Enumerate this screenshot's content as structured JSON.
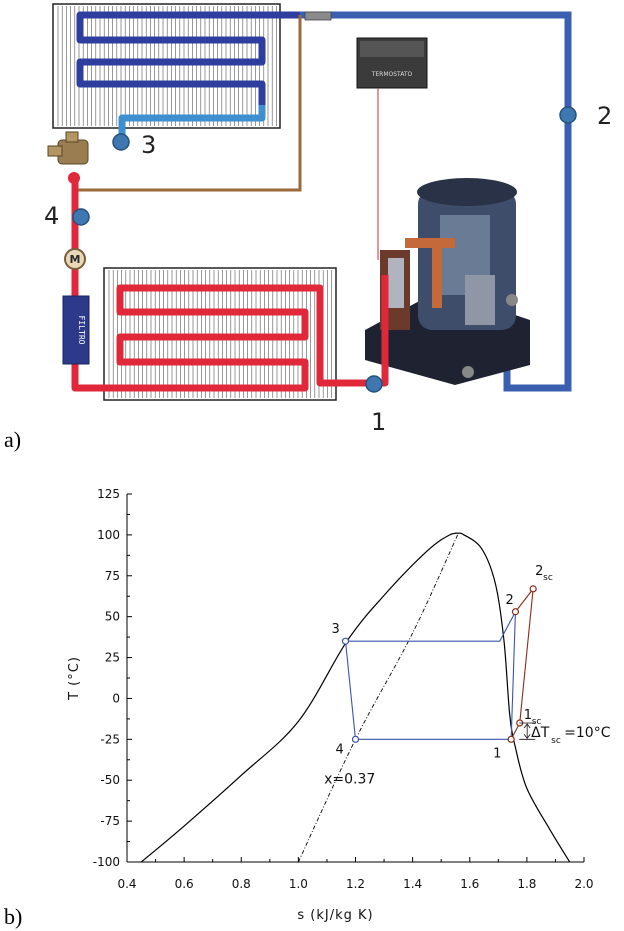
{
  "panel_a": {
    "label": "a)",
    "thermostat_label": "TERMOSTATO",
    "filter_label": "FILTRO",
    "meter_label": "M",
    "numbers": [
      "1",
      "2",
      "3",
      "4"
    ],
    "colors": {
      "suction": "#3a5fb0",
      "cold": "#2e5aa8",
      "cold_light": "#3d8fd0",
      "liquid": "#e0283a",
      "capillary": "#9a6b38",
      "marker": "#3f78b0",
      "filter": "#2d3a8a"
    }
  },
  "panel_b": {
    "label": "b)",
    "chart_data": {
      "type": "line",
      "xlabel": "s (kJ/kg K)",
      "ylabel": "T (°C)",
      "xlim": [
        0.4,
        2.0
      ],
      "ylim": [
        -100,
        125
      ],
      "xticks": [
        0.4,
        0.6,
        0.8,
        1.0,
        1.2,
        1.4,
        1.6,
        1.8,
        2.0
      ],
      "xtick_labels": [
        "0.4",
        "0.6",
        "0.8",
        "1.0",
        "1.2",
        "1.4",
        "1.6",
        "1.8",
        "2.0"
      ],
      "yticks": [
        -100,
        -75,
        -50,
        -25,
        0,
        25,
        50,
        75,
        100,
        125
      ],
      "ytick_labels": [
        "-100",
        "-75",
        "-50",
        "-25",
        "0",
        "25",
        "50",
        "75",
        "100",
        "125"
      ],
      "grid": false,
      "series": [
        {
          "role": "saturation_liquid",
          "color": "#000000",
          "x": [
            0.45,
            0.6,
            0.8,
            1.0,
            1.17,
            1.3,
            1.45,
            1.53,
            1.57
          ],
          "y": [
            -100,
            -78,
            -47,
            -14,
            35,
            63,
            90,
            100,
            101
          ]
        },
        {
          "role": "saturation_vapor",
          "color": "#000000",
          "x": [
            1.57,
            1.64,
            1.69,
            1.72,
            1.74,
            1.76,
            1.8,
            1.88,
            1.95
          ],
          "y": [
            101,
            92,
            70,
            35,
            -10,
            -30,
            -55,
            -80,
            -100
          ]
        },
        {
          "role": "quality_line",
          "color": "#000000",
          "x": [
            1.0,
            1.2,
            1.4,
            1.56
          ],
          "y": [
            -100,
            -25,
            40,
            101
          ]
        },
        {
          "role": "ideal_cycle",
          "color": "#3a55a8",
          "x": [
            1.745,
            1.76,
            1.705,
            1.165,
            1.2,
            1.745
          ],
          "y": [
            -25,
            53,
            35,
            35,
            -25,
            -25
          ]
        },
        {
          "role": "superheated_cycle",
          "color": "#8b2a1a",
          "x": [
            1.745,
            1.775,
            1.822,
            1.76
          ],
          "y": [
            -25,
            -15,
            67,
            53
          ]
        }
      ],
      "points": [
        {
          "label": "1",
          "sub": "",
          "x": 1.745,
          "y": -25,
          "color": "#8b2a1a"
        },
        {
          "label": "2",
          "sub": "",
          "x": 1.76,
          "y": 53,
          "color": "#8b2a1a"
        },
        {
          "label": "3",
          "sub": "",
          "x": 1.165,
          "y": 35,
          "color": "#3a55a8"
        },
        {
          "label": "4",
          "sub": "",
          "x": 1.2,
          "y": -25,
          "color": "#3a55a8"
        },
        {
          "label": "1",
          "sub": "sc",
          "x": 1.775,
          "y": -15,
          "color": "#8b2a1a"
        },
        {
          "label": "2",
          "sub": "sc",
          "x": 1.822,
          "y": 67,
          "color": "#8b2a1a"
        }
      ],
      "annotations": {
        "quality": "x=0.37",
        "delta_prefix": "ΔT",
        "delta_sub": "sc",
        "delta_value": "=10°C"
      }
    }
  }
}
